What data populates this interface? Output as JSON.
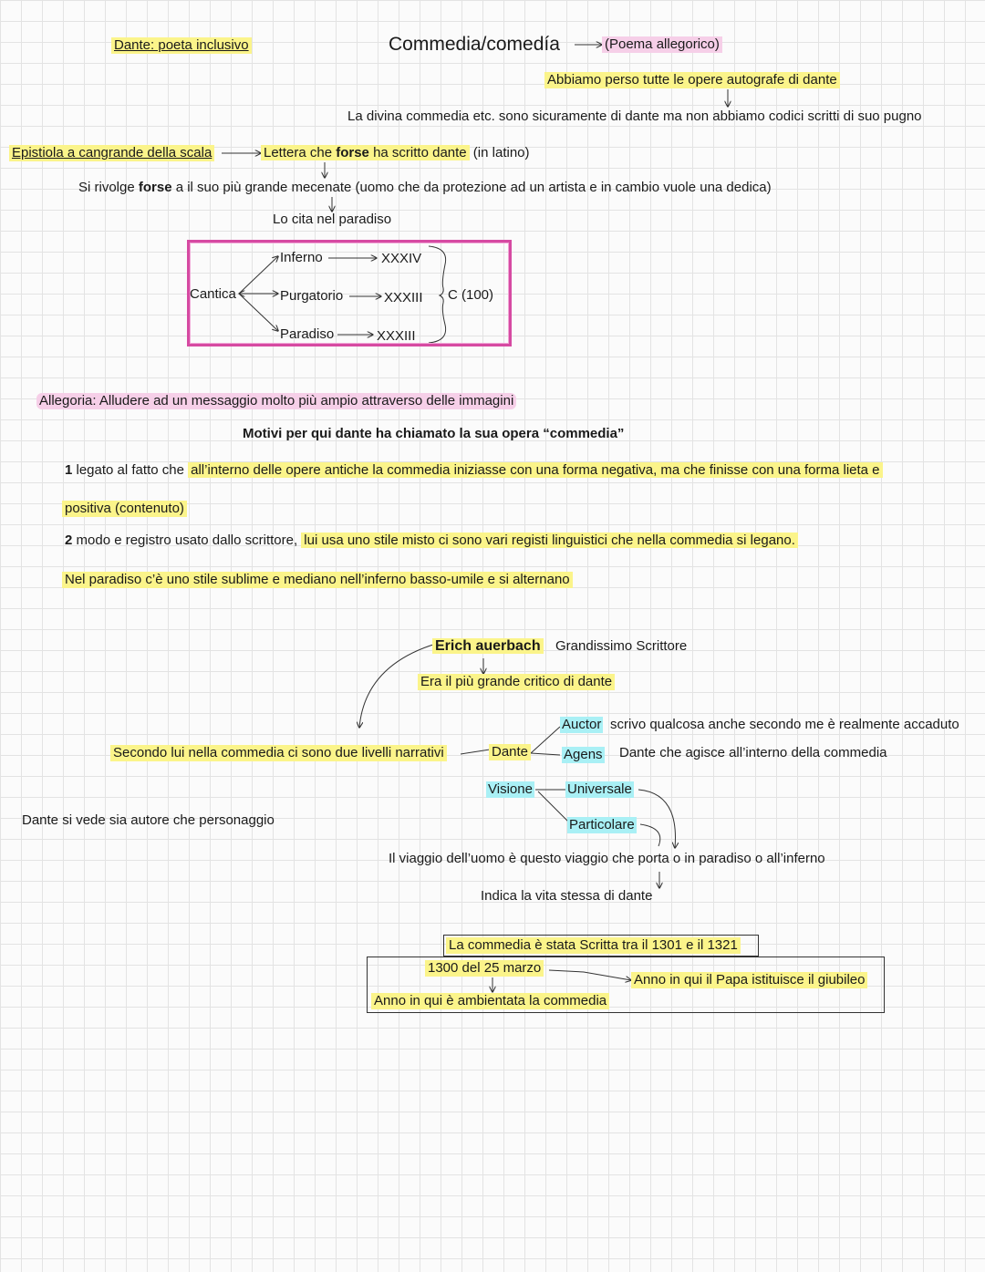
{
  "header": {
    "topic": "Dante: poeta inclusivo",
    "title": "Commedia/comedía",
    "title_note": "(Poema allegorico)"
  },
  "autografi": {
    "lost": "Abbiamo perso tutte le opere autografe di dante",
    "note": "La divina commedia etc. sono sicuramente di dante ma non abbiamo codici scritti di suo pugno"
  },
  "epistola": {
    "name": "Epistiola a cangrande della scala",
    "letter_pre": "Lettera che ",
    "letter_bold": "forse",
    "letter_post": " ha scritto dante",
    "letter_lang": " (in latino)",
    "mecenate_pre": "Si rivolge ",
    "mecenate_bold": "forse",
    "mecenate_post": " a il suo più grande mecenate (uomo che da protezione ad un artista e in cambio vuole una dedica)",
    "paradiso_cite": "Lo cita nel paradiso"
  },
  "cantica": {
    "label": "Cantica",
    "items": [
      {
        "name": "Inferno",
        "canti": "XXXIV"
      },
      {
        "name": "Purgatorio",
        "canti": "XXXIII"
      },
      {
        "name": "Paradiso",
        "canti": "XXXIII"
      }
    ],
    "total": "C (100)"
  },
  "allegoria": "Allegoria: Alludere ad un messaggio molto più ampio attraverso delle immagini",
  "motivi": {
    "title": "Motivi per qui dante ha chiamato la sua opera “commedia”",
    "m1_num": "1",
    "m1_plain": " legato al fatto che ",
    "m1_hl_a": "all’interno delle opere antiche la commedia iniziasse con una forma negativa, ma che finisse con una forma lieta e",
    "m1_hl_b": "positiva (contenuto)",
    "m2_num": "2",
    "m2_plain": " modo e registro usato dallo scrittore, ",
    "m2_hl": "lui usa uno stile misto ci sono vari registi linguistici che nella commedia si legano.",
    "m2_stili": "Nel paradiso c’è uno stile sublime e mediano nell’inferno basso-umile e si alternano"
  },
  "auerbach": {
    "name": "Erich auerbach",
    "desc": "Grandissimo Scrittore",
    "critico": "Era il più grande critico di dante",
    "livelli": "Secondo lui nella commedia ci sono due livelli narrativi",
    "dante": "Dante",
    "auctor": "Auctor",
    "auctor_desc": "scrivo qualcosa anche secondo me è realmente accaduto",
    "agens": "Agens",
    "agens_desc": "Dante che agisce all’interno della commedia",
    "visione": "Visione",
    "universale": "Universale",
    "particolare": "Particolare",
    "autore_personaggio": "Dante si vede sia autore che personaggio",
    "viaggio": "Il viaggio dell’uomo è questo viaggio che porta o in paradiso o all’inferno",
    "vita": "Indica la vita stessa di dante"
  },
  "date": {
    "scritta": "La commedia è stata Scritta tra il 1301 e il 1321",
    "marzo": "1300 del 25 marzo",
    "ambientata": "Anno in qui è ambientata la commedia",
    "giubileo": "Anno in qui il Papa istituisce il giubileo"
  },
  "colors": {
    "highlight_yellow": "#fbf48a",
    "highlight_pink": "#f6cfe8",
    "highlight_cyan": "#a9f0f5",
    "box_pink": "#d64aa2"
  }
}
